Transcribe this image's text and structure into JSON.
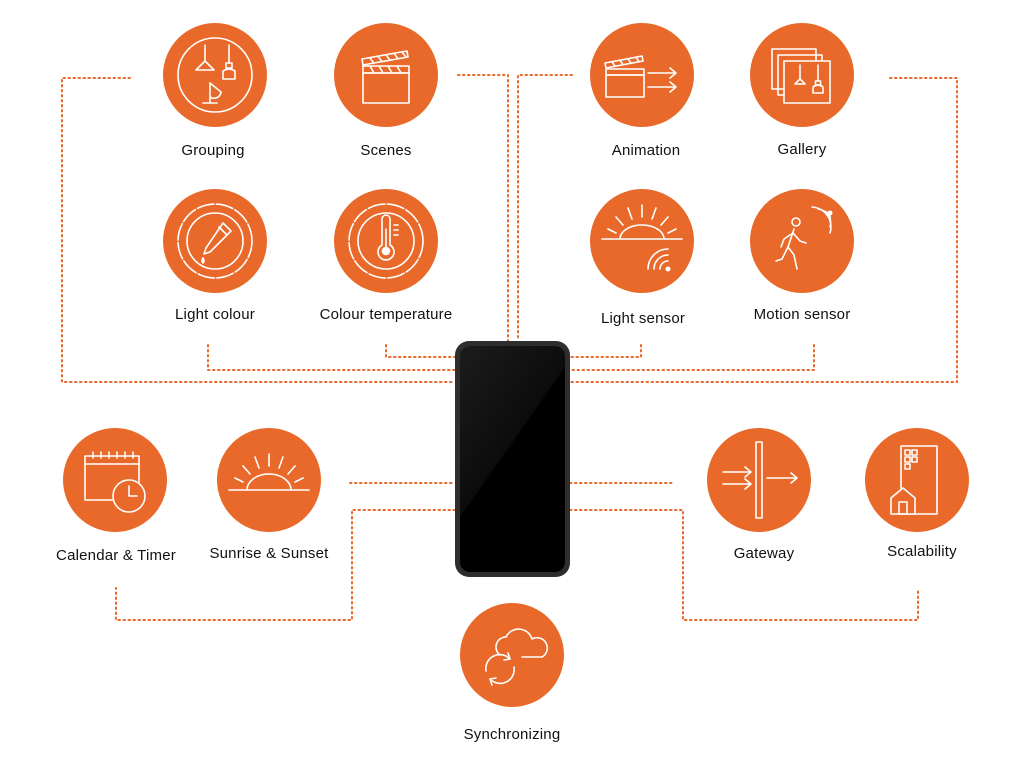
{
  "accent_color": "#e8692a",
  "connector_color": "#e8692a",
  "device": {
    "icon": "smartphone-icon"
  },
  "features": {
    "grouping": {
      "label": "Grouping",
      "icon": "pendant-lamps-icon"
    },
    "scenes": {
      "label": "Scenes",
      "icon": "clapperboard-icon"
    },
    "animation": {
      "label": "Animation",
      "icon": "clapperboard-arrows-icon"
    },
    "gallery": {
      "label": "Gallery",
      "icon": "gallery-frames-icon"
    },
    "light_colour": {
      "label": "Light colour",
      "icon": "color-wheel-dropper-icon"
    },
    "colour_temperature": {
      "label": "Colour temperature",
      "icon": "thermometer-wheel-icon"
    },
    "light_sensor": {
      "label": "Light sensor",
      "icon": "sun-sensor-icon"
    },
    "motion_sensor": {
      "label": "Motion sensor",
      "icon": "walking-person-sensor-icon"
    },
    "calendar_timer": {
      "label": "Calendar & Timer",
      "icon": "calendar-clock-icon"
    },
    "sunrise_sunset": {
      "label": "Sunrise & Sunset",
      "icon": "sunrise-icon"
    },
    "gateway": {
      "label": "Gateway",
      "icon": "gateway-arrows-icon"
    },
    "scalability": {
      "label": "Scalability",
      "icon": "building-house-icon"
    },
    "synchronizing": {
      "label": "Synchronizing",
      "icon": "cloud-sync-icon"
    }
  }
}
